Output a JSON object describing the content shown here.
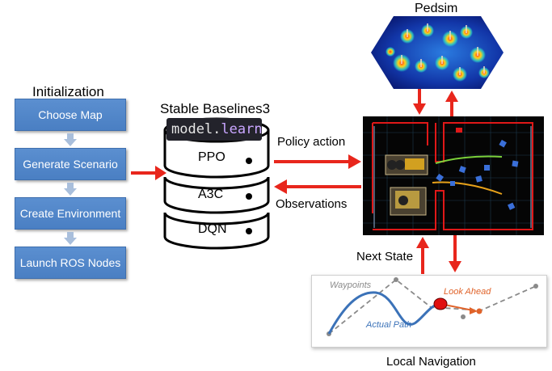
{
  "initialization": {
    "title": "Initialization",
    "steps": [
      "Choose Map",
      "Generate Scenario",
      "Create Environment",
      "Launch ROS Nodes"
    ]
  },
  "stable_baselines": {
    "title": "Stable Baselines3",
    "code_keyword": "model.",
    "code_method": "learn",
    "algorithms": [
      "PPO",
      "A3C",
      "DQN"
    ]
  },
  "edges": {
    "policy_action": "Policy action",
    "observations": "Observations",
    "next_state": "Next State"
  },
  "pedsim": {
    "title": "Pedsim"
  },
  "local_navigation": {
    "title": "Local Navigation",
    "waypoints_label": "Waypoints",
    "look_ahead_label": "Look Ahead",
    "actual_path_label": "Actual Path"
  },
  "colors": {
    "arrow_red": "#e8261c",
    "step_blue": "#4f86c8",
    "look_ahead_orange": "#e0632a",
    "path_blue": "#3b72b8"
  }
}
